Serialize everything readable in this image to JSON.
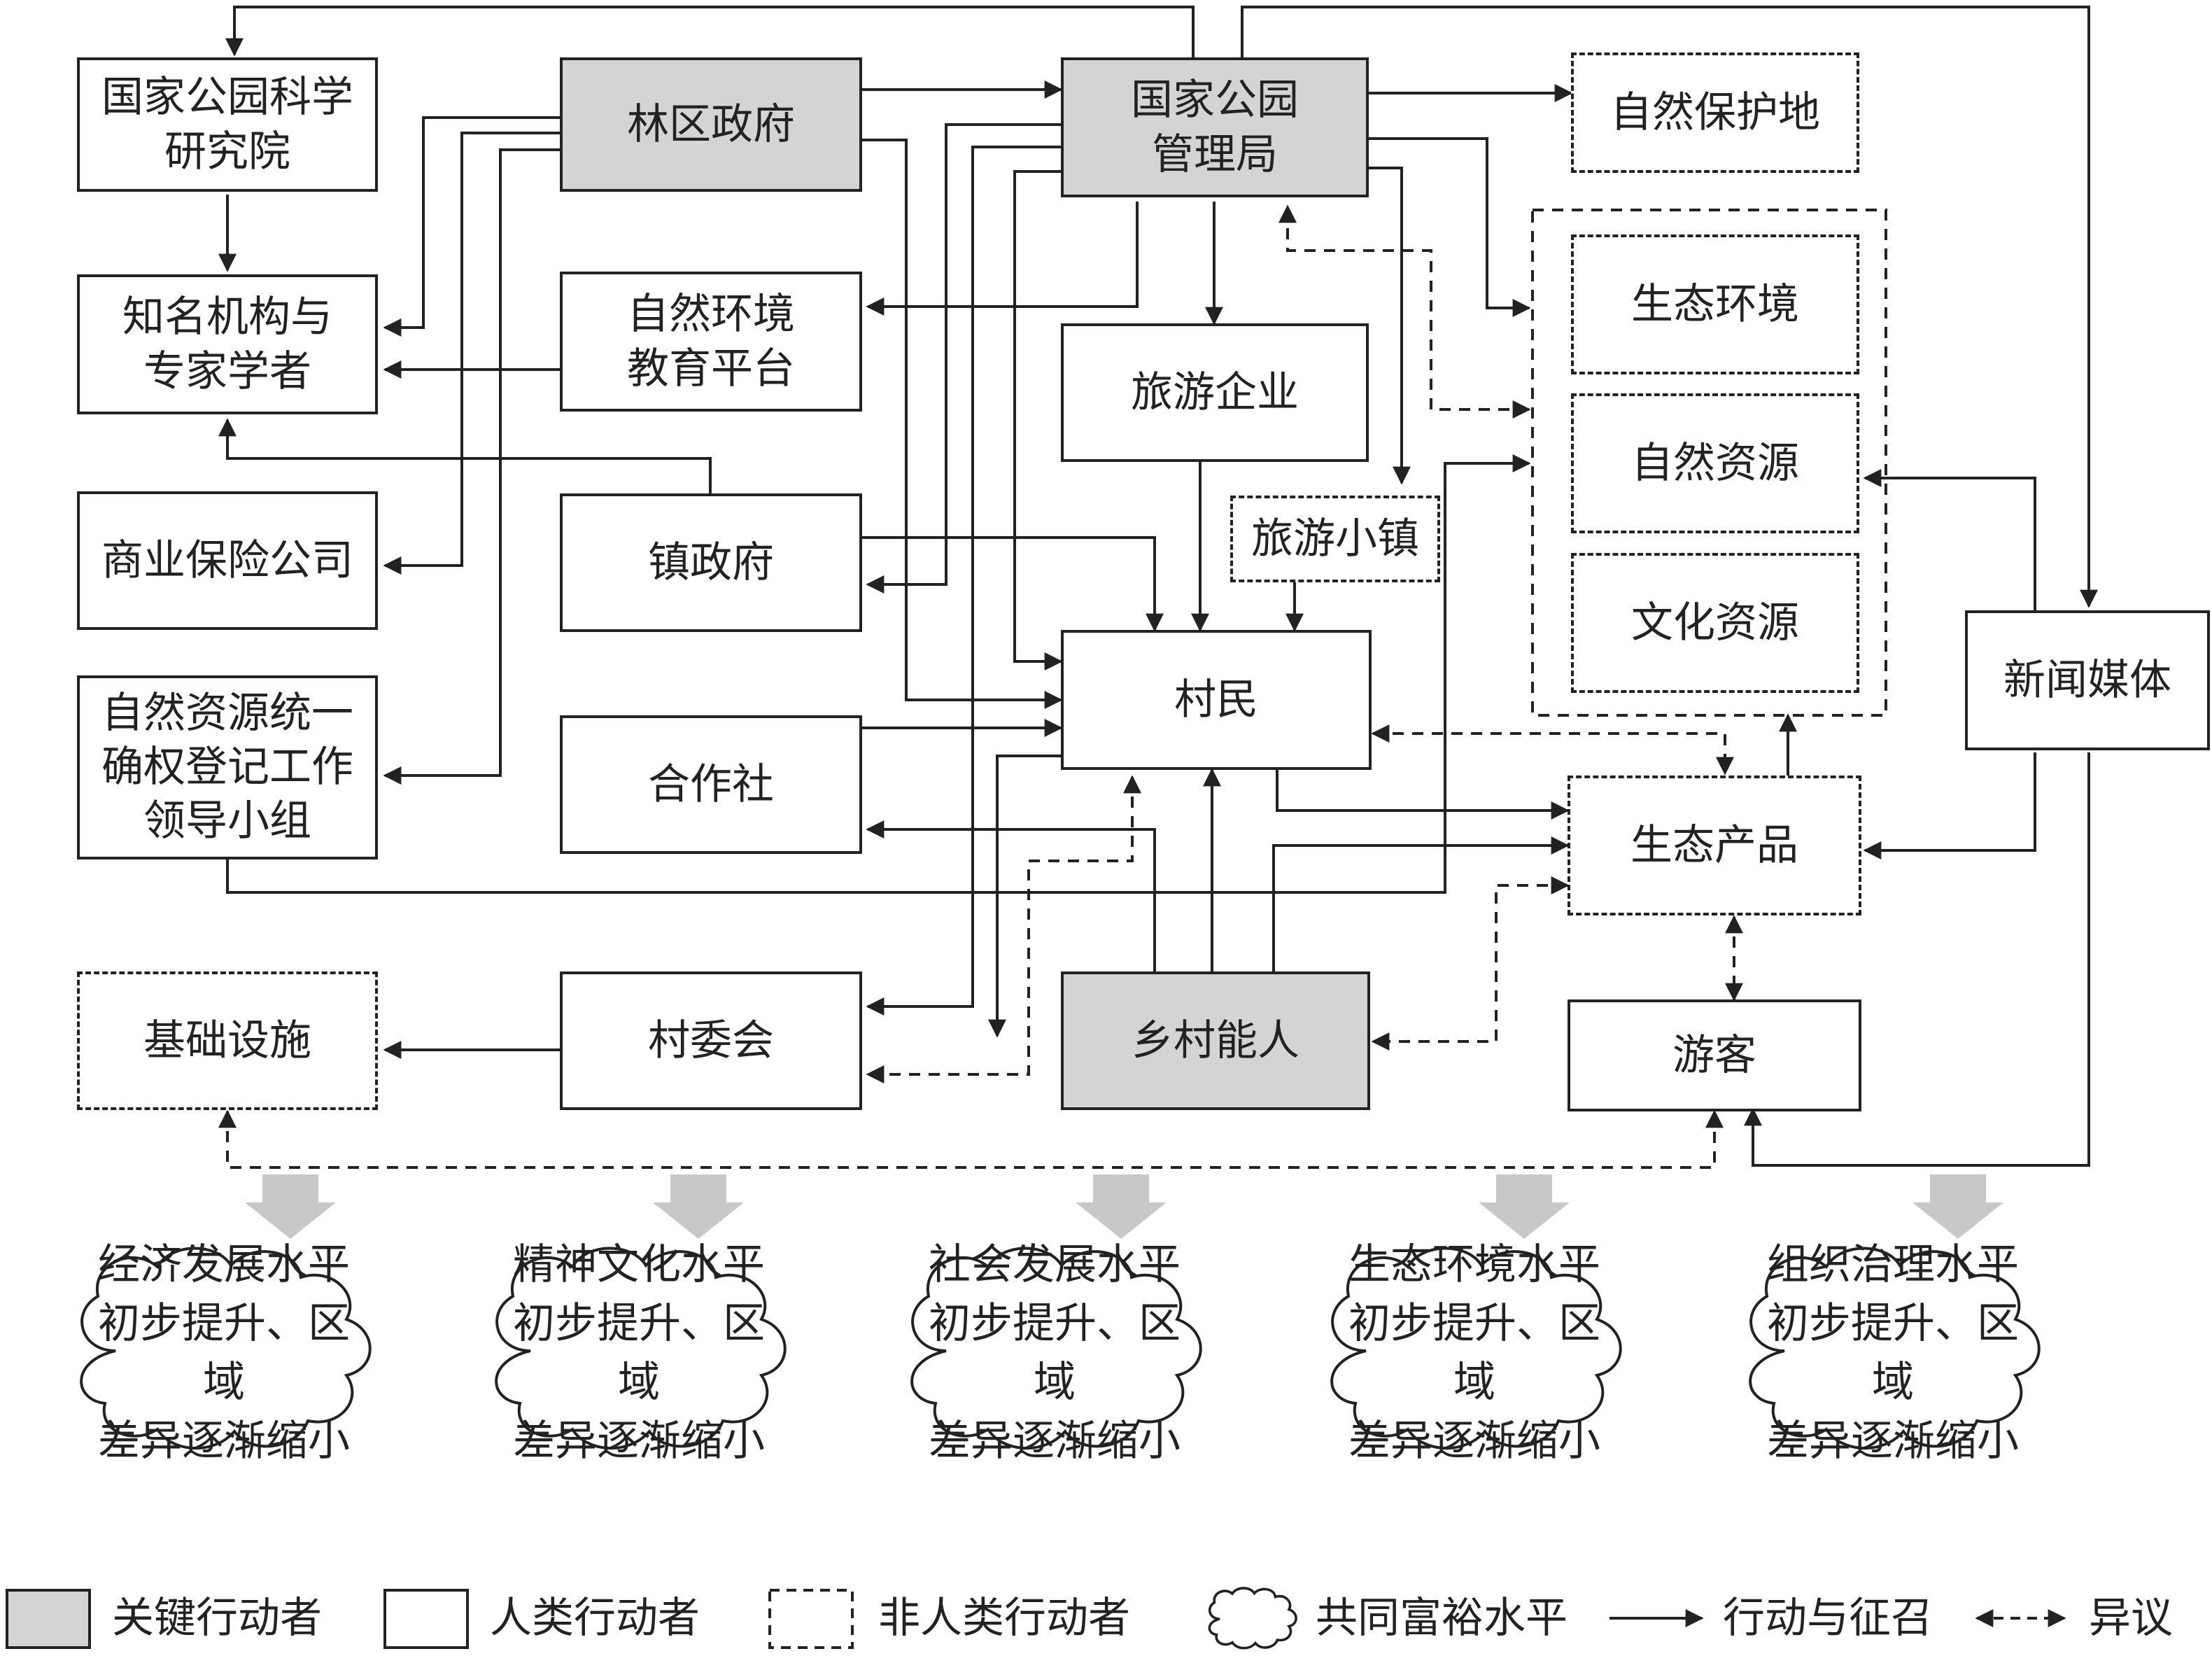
{
  "nodes": {
    "academy": "国家公园科学\n研究院",
    "forest_gov": "林区政府",
    "park_admin": "国家公园\n管理局",
    "nature_reserve": "自然保护地",
    "experts": "知名机构与\n专家学者",
    "edu_platform": "自然环境\n教育平台",
    "tourism_company": "旅游企业",
    "eco_environment": "生态环境",
    "natural_resources": "自然资源",
    "cultural_resources": "文化资源",
    "insurance": "商业保险公司",
    "town_gov": "镇政府",
    "tourism_town": "旅游小镇",
    "villagers": "村民",
    "news_media": "新闻媒体",
    "registration_group": "自然资源统一\n确权登记工作\n领导小组",
    "cooperative": "合作社",
    "eco_products": "生态产品",
    "infrastructure": "基础设施",
    "village_committee": "村委会",
    "rural_elite": "乡村能人",
    "tourists": "游客"
  },
  "outcomes": [
    "经济发展水平\n初步提升、区域\n差异逐渐缩小",
    "精神文化水平\n初步提升、区域\n差异逐渐缩小",
    "社会发展水平\n初步提升、区域\n差异逐渐缩小",
    "生态环境水平\n初步提升、区域\n差异逐渐缩小",
    "组织治理水平\n初步提升、区域\n差异逐渐缩小"
  ],
  "legend": {
    "key_actor": "关键行动者",
    "human_actor": "人类行动者",
    "nonhuman_actor": "非人类行动者",
    "common_prosperity": "共同富裕水平",
    "action": "行动与征召",
    "dissent": "异议"
  },
  "colors": {
    "key_fill": "#d4d4d4",
    "line": "#222222",
    "outcome_arrow": "#c8c8c8"
  }
}
